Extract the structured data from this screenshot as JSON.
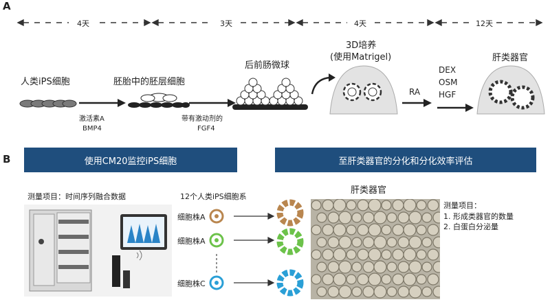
{
  "panelA": {
    "letter": "A",
    "timeline": [
      "4天",
      "3天",
      "4天",
      "12天"
    ],
    "stages": {
      "ips": "人类iPS细胞",
      "embryoid": "胚胎中的胚层细胞",
      "spheroid": "后前肠微球",
      "culture_3d": "3D培养",
      "matrigel": "(使用Matrigel)",
      "organoid": "肝类器官"
    },
    "arrows": {
      "a1_line1": "激活素A",
      "a1_line2": "BMP4",
      "a2_line1": "带有激动剂的",
      "a2_line2": "FGF4",
      "a3": "RA"
    },
    "factors": [
      "DEX",
      "OSM",
      "HGF"
    ]
  },
  "panelB": {
    "letter": "B",
    "left_banner": "使用CM20监控iPS细胞",
    "right_banner": "至肝类器官的分化和分化效率评估",
    "measure_left": "测量项目：时间序列融合数据",
    "cell_lines_title": "12个人类iPS细胞系",
    "cell_lines": [
      {
        "label": "细胞株A",
        "color": "#b9864f"
      },
      {
        "label": "细胞株A",
        "color": "#6cc24a"
      },
      {
        "label": "细胞株C",
        "color": "#2a9fd6"
      }
    ],
    "organoid_title": "肝类器官",
    "measure_right_title": "测量项目：",
    "measure_right_items": [
      "1. 形成类器官的数量",
      "2. 白蛋白分泌量"
    ]
  }
}
